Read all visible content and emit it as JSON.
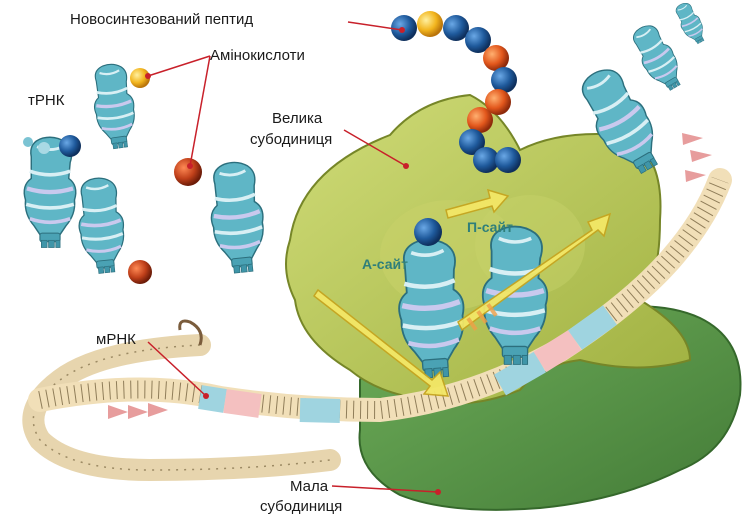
{
  "labels": {
    "peptide": "Новосинтезований пептид",
    "amino_acids": "Амінокислоти",
    "trna": "тРНК",
    "large_subunit_line1": "Велика",
    "large_subunit_line2": "субодиниця",
    "mrna": "мРНК",
    "small_subunit_line1": "Мала",
    "small_subunit_line2": "субодиниця",
    "a_site": "А-сайт",
    "p_site": "П-сайт"
  },
  "colors": {
    "large_subunit": "#b9c95a",
    "small_subunit": "#5b9a4c",
    "trna_body": "#5fb6c6",
    "trna_light": "#a9d9e4",
    "amino_blue": "#1f5a9c",
    "amino_orange": "#e2571c",
    "amino_yellow": "#f2b51e",
    "mrna_strand": "#f1dfb8",
    "arrow_yellow": "#f3e766",
    "pointer_red": "#c8202a"
  }
}
